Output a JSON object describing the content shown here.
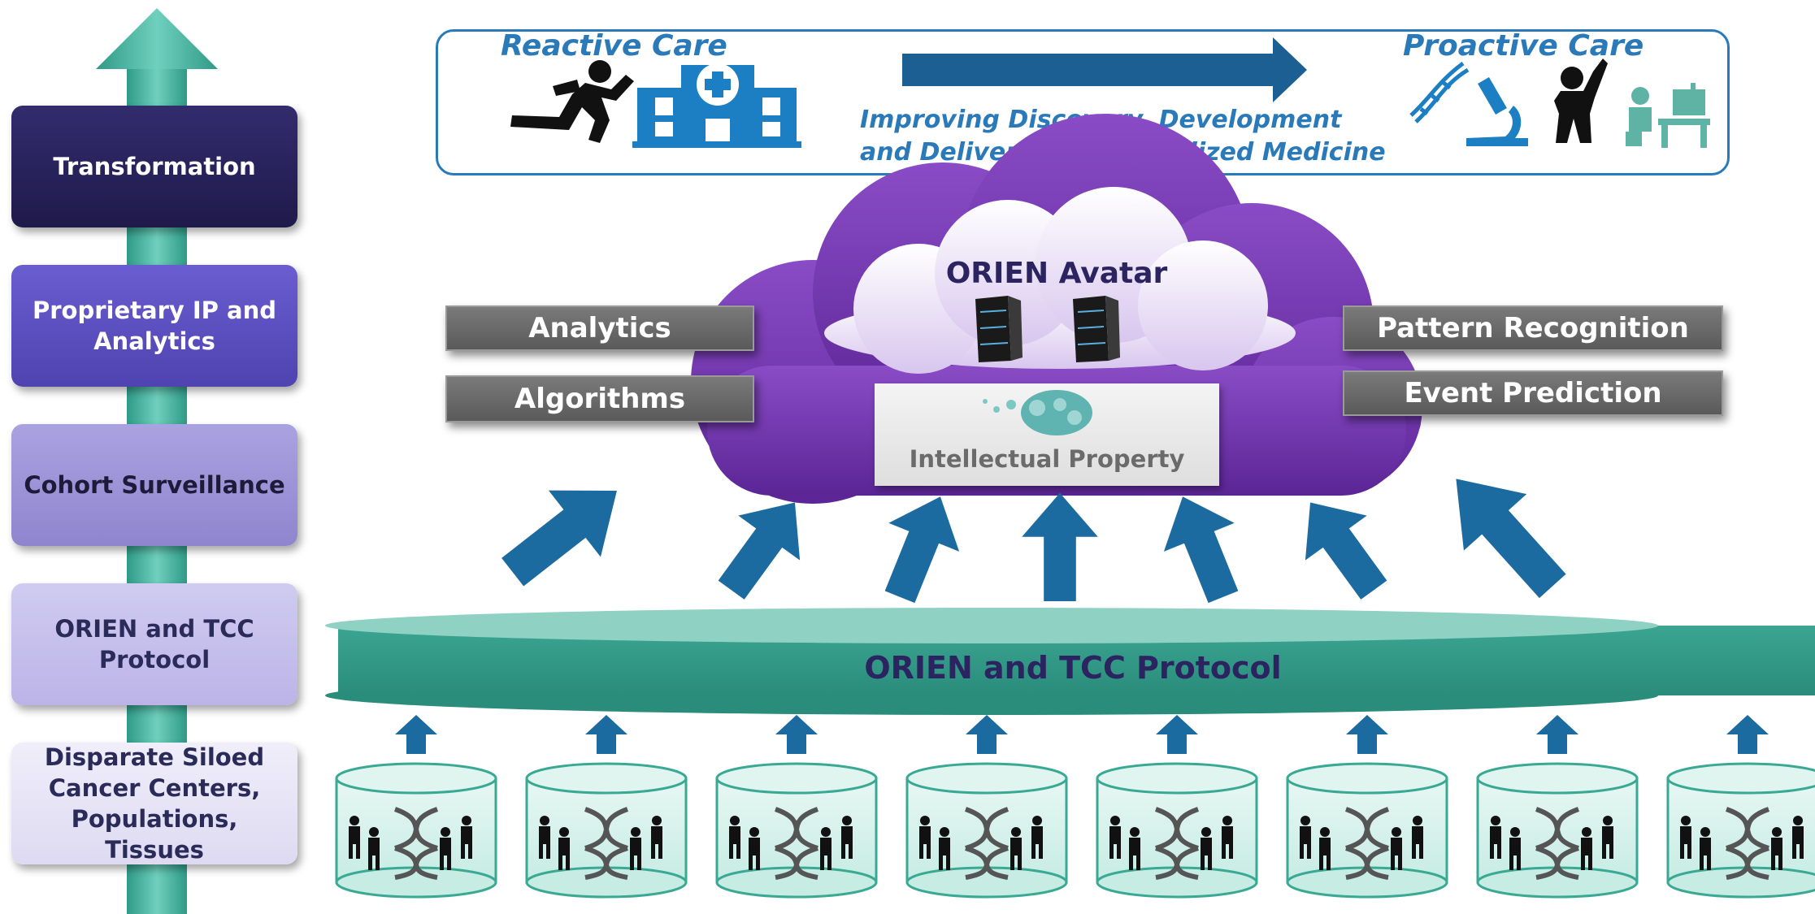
{
  "levels": [
    {
      "label": "Transformation",
      "bg": "#27225a",
      "fg": "#ffffff"
    },
    {
      "label": "Proprietary IP and\nAnalytics",
      "bg": "#5c4fc2",
      "fg": "#ffffff"
    },
    {
      "label": "Cohort Surveillance",
      "bg": "#9f96d9",
      "fg": "#1c1c3a"
    },
    {
      "label": "ORIEN and TCC\nProtocol",
      "bg": "#c6c0ec",
      "fg": "#2b2b5a"
    },
    {
      "label": "Disparate Siloed\nCancer Centers,\nPopulations, Tissues",
      "bg": "#e8e6f6",
      "fg": "#2b2b5a"
    }
  ],
  "banner": {
    "left_title": "Reactive Care",
    "right_title": "Proactive Care",
    "subtitle_line1": "Improving Discovery, Development",
    "subtitle_line2": "and Delivery of Personalized Medicine"
  },
  "cloud": {
    "title": "ORIEN Avatar",
    "ip_label": "Intellectual Property",
    "left_labels": [
      "Analytics",
      "Algorithms"
    ],
    "right_labels": [
      "Pattern Recognition",
      "Event Prediction"
    ]
  },
  "platform": {
    "label": "ORIEN and TCC Protocol"
  },
  "silo_count": 8,
  "colors": {
    "teal": "#2f9a87",
    "teal_light": "#8fd1c2",
    "purple": "#6a2fa6",
    "blue_arrow": "#1c6ba0",
    "banner_blue": "#2a79b8",
    "icon_blue": "#1c7fc4",
    "icon_teal": "#5fb3a4"
  },
  "icons": [
    "runner-icon",
    "hospital-icon",
    "dna-icon",
    "microscope-icon",
    "person-idea-icon",
    "desk-worker-icon",
    "server-icon",
    "brain-gears-icon",
    "people-dna-icon"
  ]
}
